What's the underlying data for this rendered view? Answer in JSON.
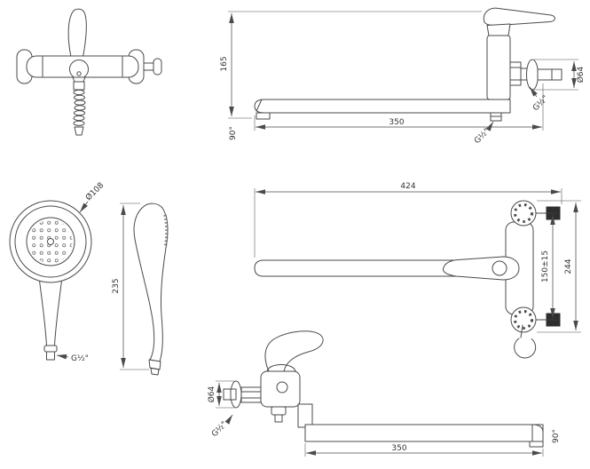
{
  "drawing": {
    "background": "#ffffff",
    "line_color": "#4a4a4a",
    "dims": {
      "side_overall_height": "165",
      "side_spout_length": "350",
      "side_swivel_angle": "90°",
      "side_wall_thread": "G½\"",
      "side_escutcheon_diameter": "Ø64",
      "side_hose_thread": "G½\"",
      "handshower_head_diameter": "Ø108",
      "handshower_thread": "G½\"",
      "handshower_length": "235",
      "top_overall_width": "424",
      "top_connection_spacing": "150±15",
      "top_overall_depth": "244",
      "bottom_escutcheon_diameter": "Ø64",
      "bottom_wall_thread": "G½\"",
      "bottom_spout_length": "350",
      "bottom_swivel_angle": "90°"
    }
  }
}
